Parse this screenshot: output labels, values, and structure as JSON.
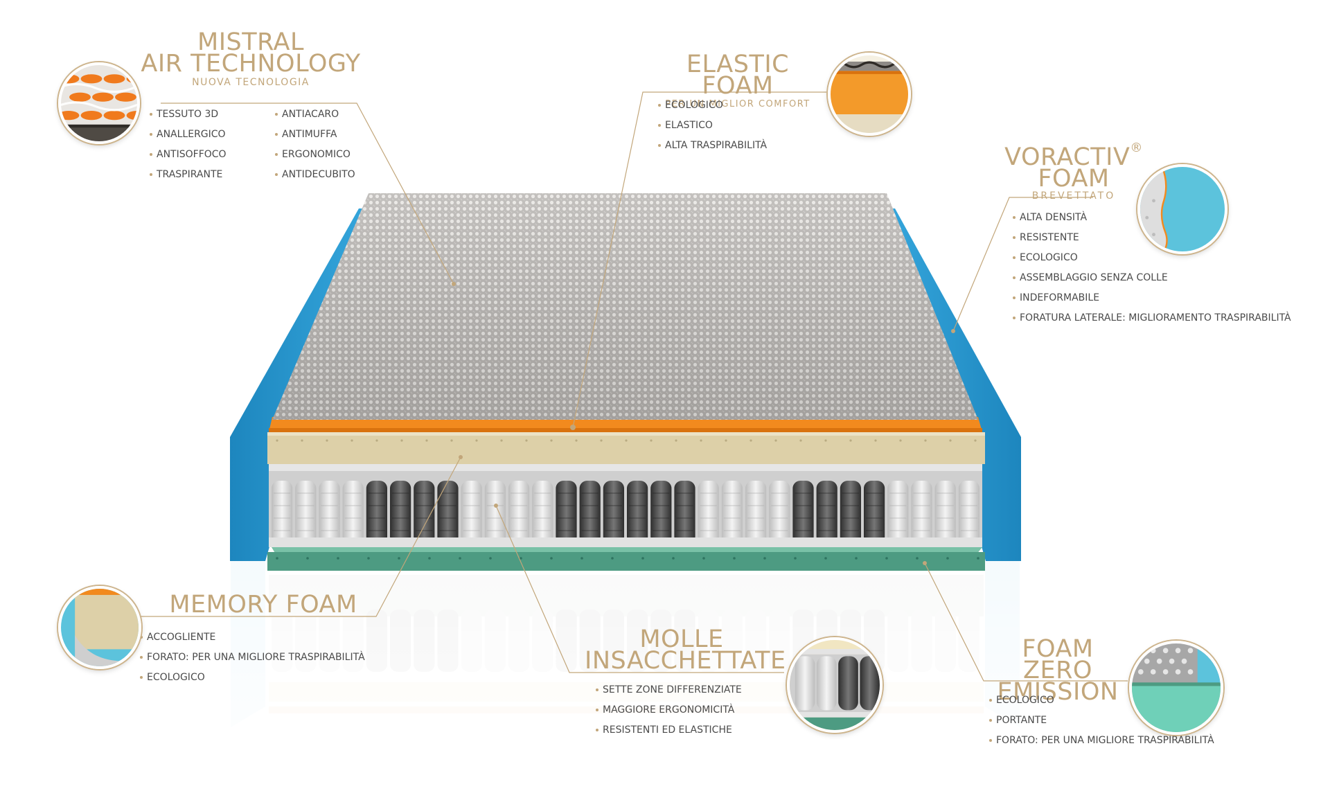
{
  "colors": {
    "accent": "#c2a67a",
    "text": "#4a4a4a",
    "side_panel": "#2a9bd3",
    "memory_foam": "#ddd0a8",
    "elastic_foam": "#f28a1e",
    "base_foam": "#4d9b82"
  },
  "layers": {
    "mistral": {
      "title_line1": "MISTRAL",
      "title_line2": "AIR TECHNOLOGY",
      "subtitle": "NUOVA TECNOLOGIA",
      "features_col1": [
        "TESSUTO 3D",
        "ANALLERGICO",
        "ANTISOFFOCO",
        "TRASPIRANTE"
      ],
      "features_col2": [
        "ANTIACARO",
        "ANTIMUFFA",
        "ERGONOMICO",
        "ANTIDECUBITO"
      ],
      "icon": "3d-fabric-detail-icon"
    },
    "elastic": {
      "title": "ELASTIC FOAM",
      "subtitle": "PER UN MIGLIOR COMFORT",
      "features": [
        "ECOLOGICO",
        "ELASTICO",
        "ALTA TRASPIRABILITÀ"
      ],
      "icon": "elastic-foam-detail-icon"
    },
    "voractiv": {
      "title_line1": "VORACTIV",
      "title_sup": "®",
      "title_line2": "FOAM",
      "subtitle": "BREVETTATO",
      "features": [
        "ALTA DENSITÀ",
        "RESISTENTE",
        "ECOLOGICO",
        "ASSEMBLAGGIO SENZA COLLE",
        "INDEFORMABILE",
        "FORATURA LATERALE: MIGLIORAMENTO TRASPIRABILITÀ"
      ],
      "icon": "voractiv-foam-detail-icon"
    },
    "memory": {
      "title": "MEMORY FOAM",
      "features": [
        "ACCOGLIENTE",
        "FORATO: PER UNA MIGLIORE TRASPIRABILITÀ",
        "ECOLOGICO"
      ],
      "icon": "memory-foam-detail-icon"
    },
    "molle": {
      "title_line1": "MOLLE",
      "title_line2": "INSACCHETTATE",
      "features": [
        "SETTE ZONE DIFFERENZIATE",
        "MAGGIORE ERGONOMICITÀ",
        "RESISTENTI ED ELASTICHE"
      ],
      "icon": "pocket-springs-detail-icon"
    },
    "zero": {
      "title_line1": "FOAM ZERO",
      "title_line2": "EMISSION",
      "features": [
        "ECOLOGICO",
        "PORTANTE",
        "FORATO: PER UNA MIGLIORE TRASPIRABILITÀ"
      ],
      "icon": "zero-emission-foam-detail-icon"
    }
  }
}
